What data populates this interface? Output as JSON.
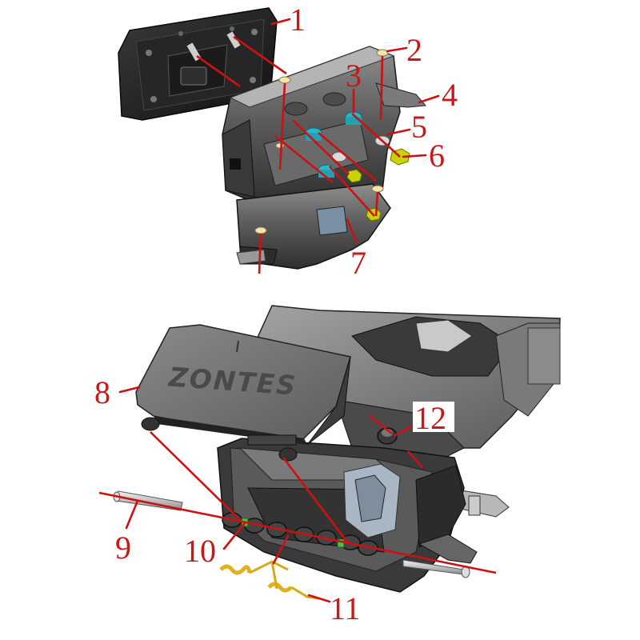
{
  "diagram": {
    "logo_text": "ZONTES",
    "callouts": [
      {
        "id": "1",
        "label": "1"
      },
      {
        "id": "2",
        "label": "2"
      },
      {
        "id": "3",
        "label": "3"
      },
      {
        "id": "4",
        "label": "4"
      },
      {
        "id": "5",
        "label": "5"
      },
      {
        "id": "6",
        "label": "6"
      },
      {
        "id": "7",
        "label": "7"
      },
      {
        "id": "8",
        "label": "8"
      },
      {
        "id": "9",
        "label": "9"
      },
      {
        "id": "10",
        "label": "10"
      },
      {
        "id": "11",
        "label": "11"
      },
      {
        "id": "12",
        "label": "12"
      }
    ],
    "colors": {
      "callout": "#c81818",
      "leader": "#cc1111",
      "part_dark": "#2b2b2b",
      "part_mid": "#5a5a5a",
      "part_light": "#9a9a9a",
      "bushing": "#2ab7c9",
      "nut": "#c8d400",
      "spring": "#e0b21c"
    }
  }
}
